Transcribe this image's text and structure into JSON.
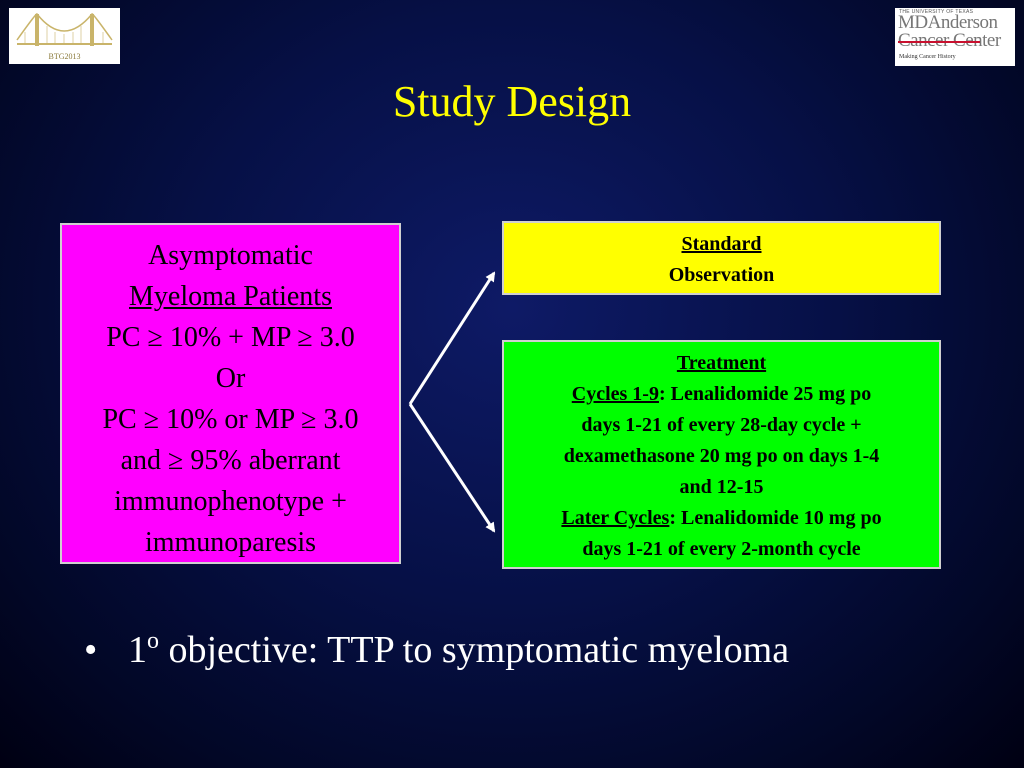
{
  "slide": {
    "title": "Study Design",
    "logo_left": {
      "caption": "BTG2013"
    },
    "logo_right": {
      "university": "THE UNIVERSITY OF TEXAS",
      "line1": "MDAnderson",
      "line2": "Cancer Center",
      "tagline": "Making Cancer History"
    },
    "eligibility_box": {
      "line1": "Asymptomatic",
      "line2": "Myeloma Patients",
      "line3": "PC ≥ 10% + MP ≥ 3.0",
      "line4": "Or",
      "line5": "PC ≥ 10% or MP ≥ 3.0",
      "line6": "and ≥ 95% aberrant",
      "line7": "immunophenotype +",
      "line8": "immunoparesis"
    },
    "standard_box": {
      "heading": "Standard",
      "text": "Observation"
    },
    "treatment_box": {
      "heading": "Treatment",
      "cycles_1_label": "Cycles 1-9",
      "cycles_1_l1": ": Lenalidomide 25 mg po",
      "cycles_1_l2": "days 1-21 of every 28-day cycle +",
      "cycles_1_l3": "dexamethasone 20 mg po on days 1-4",
      "cycles_1_l4": "and 12-15",
      "later_label": "Later Cycles",
      "later_l1": ": Lenalidomide 10 mg po",
      "later_l2": "days 1-21 of every 2-month cycle"
    },
    "bullet": {
      "marker": "•",
      "number": "1",
      "superscript": "o",
      "text": " objective: TTP to symptomatic myeloma"
    },
    "colors": {
      "title": "#ffff00",
      "eligibility_fill": "#ff00ff",
      "standard_fill": "#ffff00",
      "treatment_fill": "#00ff00"
    }
  }
}
